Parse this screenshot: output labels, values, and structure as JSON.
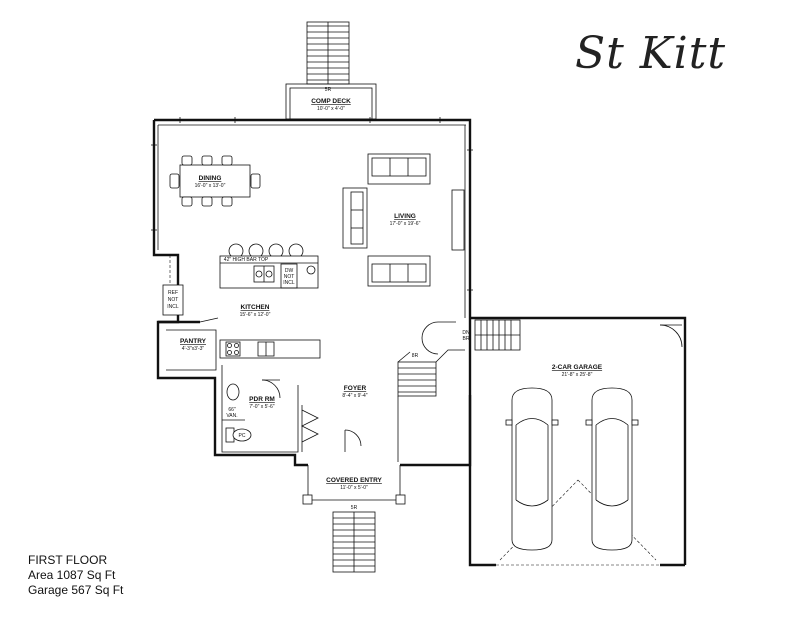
{
  "plan_title": "St Kitt",
  "floor": {
    "name": "FIRST FLOOR",
    "area": "Area 1087 Sq Ft",
    "garage": "Garage 567 Sq Ft"
  },
  "rooms": {
    "comp_deck": {
      "label": "COMP DECK",
      "dims": "10'-0\" x 4'-0\""
    },
    "dining": {
      "label": "DINING",
      "dims": "16'-0\" x 13'-0\""
    },
    "living": {
      "label": "LIVING",
      "dims": "17'-0\" x 19'-6\""
    },
    "kitchen": {
      "label": "KITCHEN",
      "dims": "15'-6\" x 12'-0\""
    },
    "pantry": {
      "label": "PANTRY",
      "dims": "4'-3\"x3'-3\""
    },
    "pdr_rm": {
      "label": "PDR RM",
      "dims": "7'-0\" x 5'-6\""
    },
    "foyer": {
      "label": "FOYER",
      "dims": "8'-4\" x 9'-4\""
    },
    "covered_entry": {
      "label": "COVERED ENTRY",
      "dims": "11'-0\" x 5'-0\""
    },
    "garage": {
      "label": "2-CAR GARAGE",
      "dims": "21'-8\" x 25'-8\""
    }
  },
  "annotations": {
    "bar_top": "42\" HIGH BAR TOP",
    "ref": [
      "REF",
      "NOT",
      "INCL"
    ],
    "dw": [
      "DW",
      "NOT",
      "INCL"
    ],
    "vanity": [
      "66\"",
      "VAN."
    ],
    "dn_br": [
      "DN",
      "BR"
    ],
    "toilet": "PC",
    "stair_deck": "5R",
    "stair_entry": "5R",
    "stair_interior": "8R"
  }
}
